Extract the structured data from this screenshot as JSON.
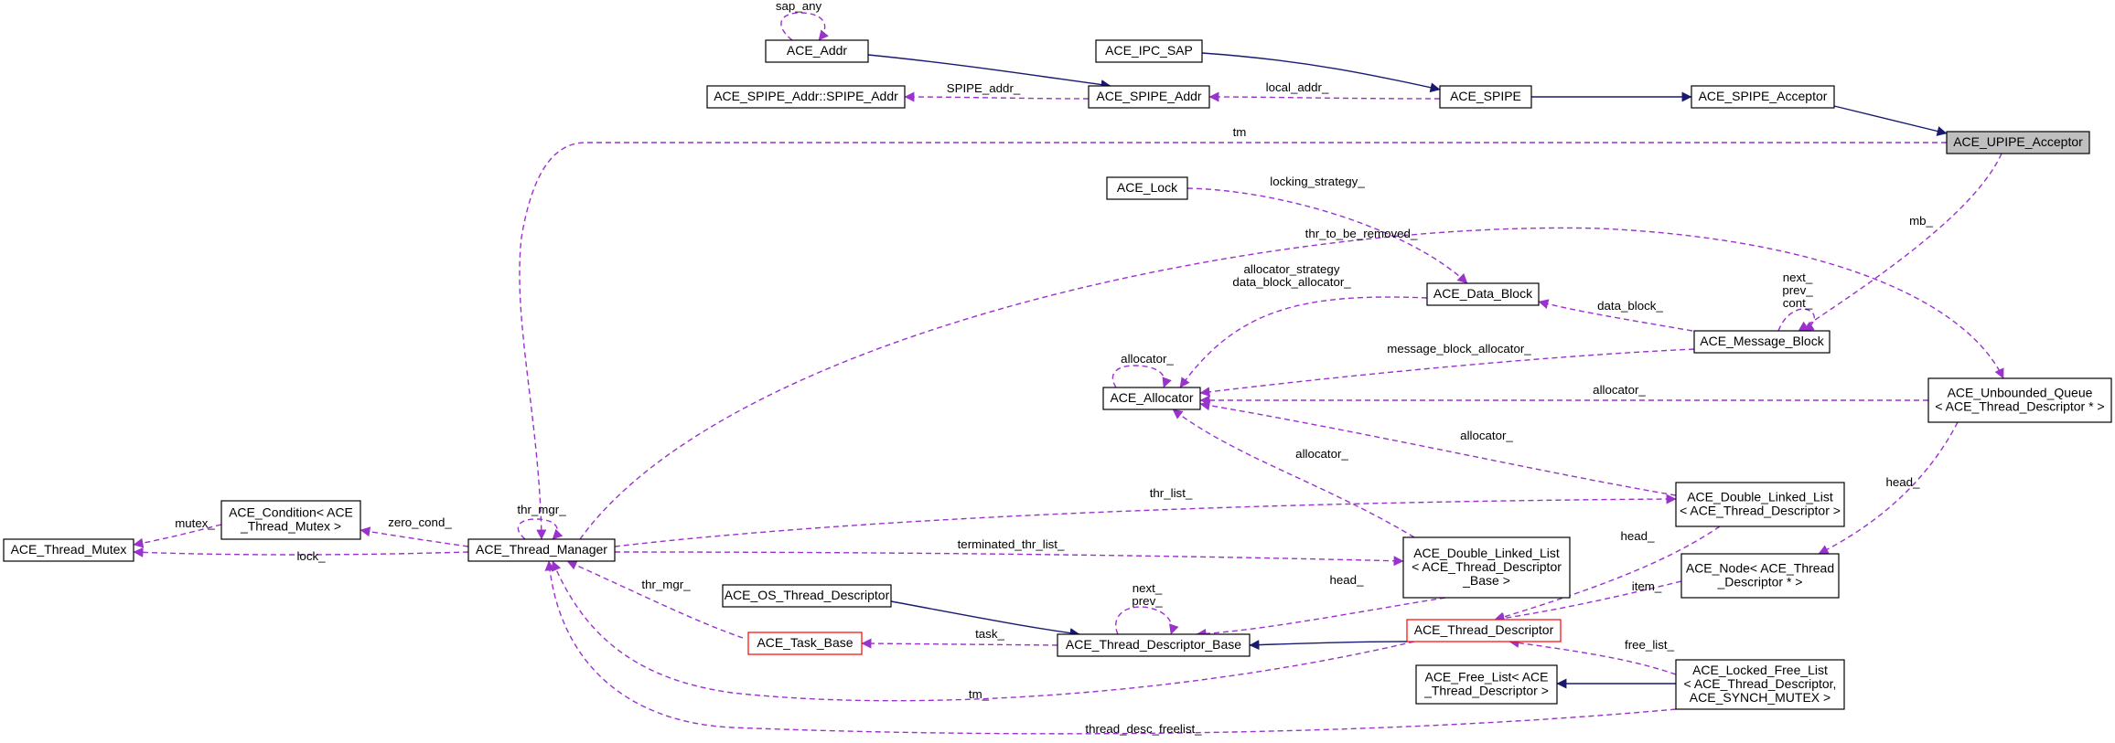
{
  "colors": {
    "inheritance": "#191970",
    "usage": "#9a32cd",
    "node_border": "#000000",
    "template_border": "#ff0000",
    "root_fill": "#bfbfbf",
    "node_fill": "#ffffff"
  },
  "nodes": [
    {
      "id": "upipe_acceptor",
      "lines": [
        "ACE_UPIPE_Acceptor"
      ],
      "style": "root"
    },
    {
      "id": "spipe_acceptor",
      "lines": [
        "ACE_SPIPE_Acceptor"
      ],
      "style": "normal"
    },
    {
      "id": "spipe",
      "lines": [
        "ACE_SPIPE"
      ],
      "style": "normal"
    },
    {
      "id": "ipc_sap",
      "lines": [
        "ACE_IPC_SAP"
      ],
      "style": "normal"
    },
    {
      "id": "spipe_addr",
      "lines": [
        "ACE_SPIPE_Addr"
      ],
      "style": "normal"
    },
    {
      "id": "addr",
      "lines": [
        "ACE_Addr"
      ],
      "style": "normal"
    },
    {
      "id": "spipe_addr_struct",
      "lines": [
        "ACE_SPIPE_Addr::SPIPE_Addr"
      ],
      "style": "normal"
    },
    {
      "id": "lock",
      "lines": [
        "ACE_Lock"
      ],
      "style": "normal"
    },
    {
      "id": "data_block",
      "lines": [
        "ACE_Data_Block"
      ],
      "style": "normal"
    },
    {
      "id": "message_block",
      "lines": [
        "ACE_Message_Block"
      ],
      "style": "normal"
    },
    {
      "id": "allocator",
      "lines": [
        "ACE_Allocator"
      ],
      "style": "normal"
    },
    {
      "id": "unbounded_queue",
      "lines": [
        "ACE_Unbounded_Queue",
        "< ACE_Thread_Descriptor * >"
      ],
      "style": "normal"
    },
    {
      "id": "dll_td",
      "lines": [
        "ACE_Double_Linked_List",
        "< ACE_Thread_Descriptor >"
      ],
      "style": "normal"
    },
    {
      "id": "dll_tdb",
      "lines": [
        "ACE_Double_Linked_List",
        "< ACE_Thread_Descriptor",
        "_Base >"
      ],
      "style": "normal"
    },
    {
      "id": "node_td",
      "lines": [
        "ACE_Node< ACE_Thread",
        "_Descriptor * >"
      ],
      "style": "normal"
    },
    {
      "id": "thread_descriptor",
      "lines": [
        "ACE_Thread_Descriptor"
      ],
      "style": "template"
    },
    {
      "id": "thread_descriptor_base",
      "lines": [
        "ACE_Thread_Descriptor_Base"
      ],
      "style": "normal"
    },
    {
      "id": "os_thread_descriptor",
      "lines": [
        "ACE_OS_Thread_Descriptor"
      ],
      "style": "normal"
    },
    {
      "id": "task_base",
      "lines": [
        "ACE_Task_Base"
      ],
      "style": "template"
    },
    {
      "id": "thread_manager",
      "lines": [
        "ACE_Thread_Manager"
      ],
      "style": "normal"
    },
    {
      "id": "condition",
      "lines": [
        "ACE_Condition< ACE",
        "_Thread_Mutex >"
      ],
      "style": "normal"
    },
    {
      "id": "thread_mutex",
      "lines": [
        "ACE_Thread_Mutex"
      ],
      "style": "normal"
    },
    {
      "id": "free_list",
      "lines": [
        "ACE_Free_List< ACE",
        "_Thread_Descriptor >"
      ],
      "style": "normal"
    },
    {
      "id": "locked_free_list",
      "lines": [
        "ACE_Locked_Free_List",
        "< ACE_Thread_Descriptor,",
        "ACE_SYNCH_MUTEX >"
      ],
      "style": "normal"
    }
  ],
  "edges": [
    {
      "from": "spipe_acceptor",
      "to": "upipe_acceptor",
      "kind": "inheritance",
      "label": ""
    },
    {
      "from": "spipe",
      "to": "spipe_acceptor",
      "kind": "inheritance",
      "label": ""
    },
    {
      "from": "ipc_sap",
      "to": "spipe",
      "kind": "inheritance",
      "label": ""
    },
    {
      "from": "addr",
      "to": "spipe_addr",
      "kind": "inheritance",
      "label": ""
    },
    {
      "from": "addr",
      "to": "addr",
      "kind": "usage",
      "label": "sap_any"
    },
    {
      "from": "spipe_addr",
      "to": "spipe",
      "kind": "usage",
      "label": "local_addr_"
    },
    {
      "from": "spipe_addr_struct",
      "to": "spipe_addr",
      "kind": "usage",
      "label": "SPIPE_addr_"
    },
    {
      "from": "thread_manager",
      "to": "upipe_acceptor",
      "kind": "usage",
      "label": "tm"
    },
    {
      "from": "message_block",
      "to": "upipe_acceptor",
      "kind": "usage",
      "label": "mb_"
    },
    {
      "from": "lock",
      "to": "data_block",
      "kind": "usage",
      "label": "locking_strategy_"
    },
    {
      "from": "data_block",
      "to": "message_block",
      "kind": "usage",
      "label": "data_block_"
    },
    {
      "from": "message_block",
      "to": "message_block",
      "kind": "usage",
      "label": "next_\nprev_\ncont_"
    },
    {
      "from": "allocator",
      "to": "allocator",
      "kind": "usage",
      "label": "allocator_"
    },
    {
      "from": "allocator",
      "to": "data_block",
      "kind": "usage",
      "label": "allocator_strategy\ndata_block_allocator_"
    },
    {
      "from": "allocator",
      "to": "message_block",
      "kind": "usage",
      "label": "message_block_allocator_"
    },
    {
      "from": "allocator",
      "to": "unbounded_queue",
      "kind": "usage",
      "label": "allocator_"
    },
    {
      "from": "allocator",
      "to": "dll_td",
      "kind": "usage",
      "label": "allocator_"
    },
    {
      "from": "allocator",
      "to": "dll_tdb",
      "kind": "usage",
      "label": "allocator_"
    },
    {
      "from": "unbounded_queue",
      "to": "thread_manager",
      "kind": "usage",
      "label": "thr_to_be_removed_"
    },
    {
      "from": "node_td",
      "to": "unbounded_queue",
      "kind": "usage",
      "label": "head_"
    },
    {
      "from": "dll_td",
      "to": "thread_manager",
      "kind": "usage",
      "label": "thr_list_"
    },
    {
      "from": "thread_descriptor",
      "to": "dll_td",
      "kind": "usage",
      "label": "head_"
    },
    {
      "from": "thread_descriptor",
      "to": "node_td",
      "kind": "usage",
      "label": "item_"
    },
    {
      "from": "dll_tdb",
      "to": "thread_manager",
      "kind": "usage",
      "label": "terminated_thr_list_"
    },
    {
      "from": "thread_descriptor_base",
      "to": "dll_tdb",
      "kind": "usage",
      "label": "head_"
    },
    {
      "from": "thread_descriptor_base",
      "to": "thread_descriptor_base",
      "kind": "usage",
      "label": "next_\nprev_"
    },
    {
      "from": "thread_descriptor_base",
      "to": "thread_descriptor",
      "kind": "inheritance",
      "label": ""
    },
    {
      "from": "os_thread_descriptor",
      "to": "thread_descriptor_base",
      "kind": "inheritance",
      "label": ""
    },
    {
      "from": "task_base",
      "to": "thread_descriptor_base",
      "kind": "usage",
      "label": "task_"
    },
    {
      "from": "thread_manager",
      "to": "task_base",
      "kind": "usage",
      "label": "thr_mgr_"
    },
    {
      "from": "thread_manager",
      "to": "thread_manager",
      "kind": "usage",
      "label": "thr_mgr_"
    },
    {
      "from": "thread_manager",
      "to": "thread_descriptor",
      "kind": "usage",
      "label": "tm_"
    },
    {
      "from": "condition",
      "to": "thread_manager",
      "kind": "usage",
      "label": "zero_cond_"
    },
    {
      "from": "thread_mutex",
      "to": "condition",
      "kind": "usage",
      "label": "mutex_"
    },
    {
      "from": "thread_mutex",
      "to": "thread_manager",
      "kind": "usage",
      "label": "lock_"
    },
    {
      "from": "thread_descriptor",
      "to": "locked_free_list",
      "kind": "usage",
      "label": "free_list_"
    },
    {
      "from": "free_list",
      "to": "locked_free_list",
      "kind": "inheritance",
      "label": ""
    },
    {
      "from": "locked_free_list",
      "to": "thread_manager",
      "kind": "usage",
      "label": "thread_desc_freelist_"
    }
  ]
}
